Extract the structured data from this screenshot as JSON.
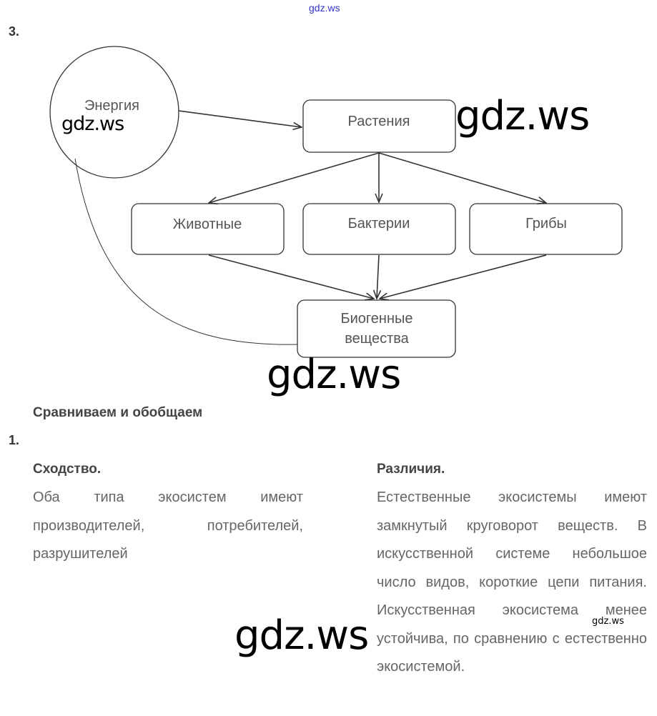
{
  "top_link": "gdz.ws",
  "watermark": "gdz.ws",
  "task3": {
    "number": "3.",
    "diagram": {
      "energy": "Энергия",
      "plants": "Растения",
      "animals": "Животные",
      "bacteria": "Бактерии",
      "fungi": "Грибы",
      "biogenic_line1": "Биогенные",
      "biogenic_line2": "вещества"
    }
  },
  "section_title": "Сравниваем и обобщаем",
  "task1": {
    "number": "1.",
    "similarity": {
      "heading": "Сходство.",
      "text": "Оба типа экосистем имеют производителей, потребителей, разрушителей"
    },
    "differences": {
      "heading": "Различия.",
      "text": "Естественные экосистемы имеют замкнутый круговорот веществ. В искусственной системе небольшое число видов, короткие цепи питания. Искусственная экосистема менее устойчива, по сравнению с естественно экосистемой."
    }
  }
}
